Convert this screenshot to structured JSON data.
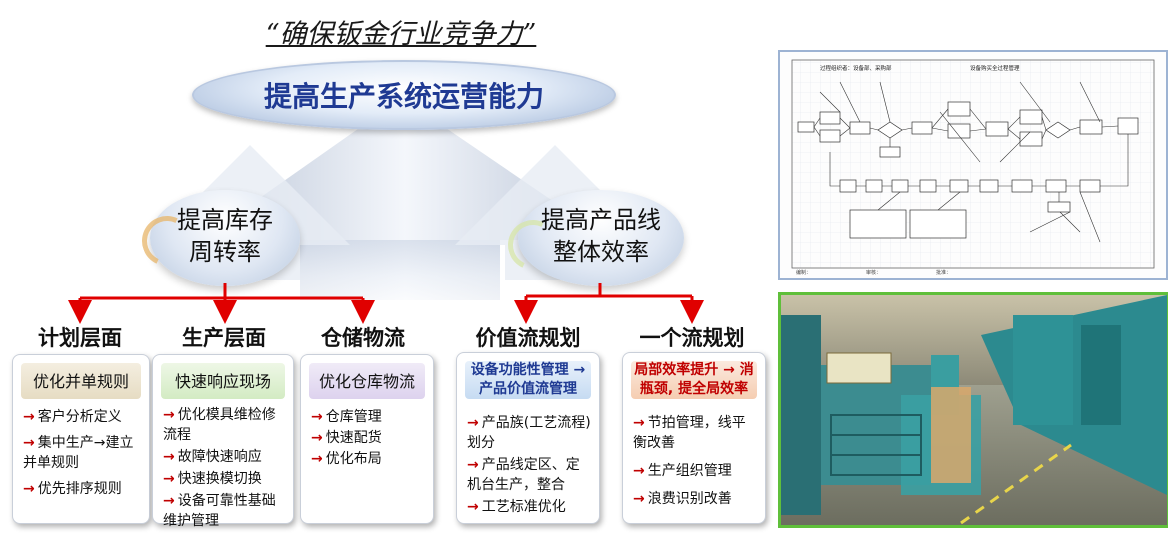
{
  "slogan": "“确保钣金行业竞争力”",
  "top_goal": "提高生产系统运营能力",
  "left_goal": {
    "line1": "提高库存",
    "line2": "周转率"
  },
  "right_goal": {
    "line1": "提高产品线",
    "line2": "整体效率"
  },
  "columns": [
    {
      "heading": "计划层面",
      "card_title": "优化并单规则",
      "items": [
        "客户分析定义",
        "集中生产→建立并单规则",
        "优先排序规则"
      ]
    },
    {
      "heading": "生产层面",
      "card_title": "快速响应现场",
      "items": [
        "优化模具维检修流程",
        "故障快速响应",
        "快速换模切换",
        "设备可靠性基础维护管理"
      ]
    },
    {
      "heading": "仓储物流",
      "card_title": "优化仓库物流",
      "items": [
        "仓库管理",
        "快速配货",
        "优化布局"
      ]
    },
    {
      "heading": "价值流规划",
      "card_title": "设备功能性管理 → 产品价值流管理",
      "items": [
        "产品族(工艺流程)划分",
        "产品线定区、定机台生产，整合",
        "工艺标准优化"
      ]
    },
    {
      "heading": "一个流规划",
      "card_title": "局部效率提升 → 消瓶颈, 提全局效率",
      "items": [
        "节拍管理，线平衡改善",
        "生产组织管理",
        "浪费识别改善"
      ]
    }
  ],
  "flowchart": {
    "header_left": "过程组织者：设备部、采购部",
    "header_title": "设备购买全过程管理",
    "footer": [
      "编制：",
      "审核：",
      "批准："
    ]
  },
  "arrow_symbol": "→",
  "colors": {
    "arrow_red": "#e00000",
    "accent_blue": "#1f3a93",
    "accent_red": "#c00000",
    "photo_border": "#5fbf3a"
  }
}
